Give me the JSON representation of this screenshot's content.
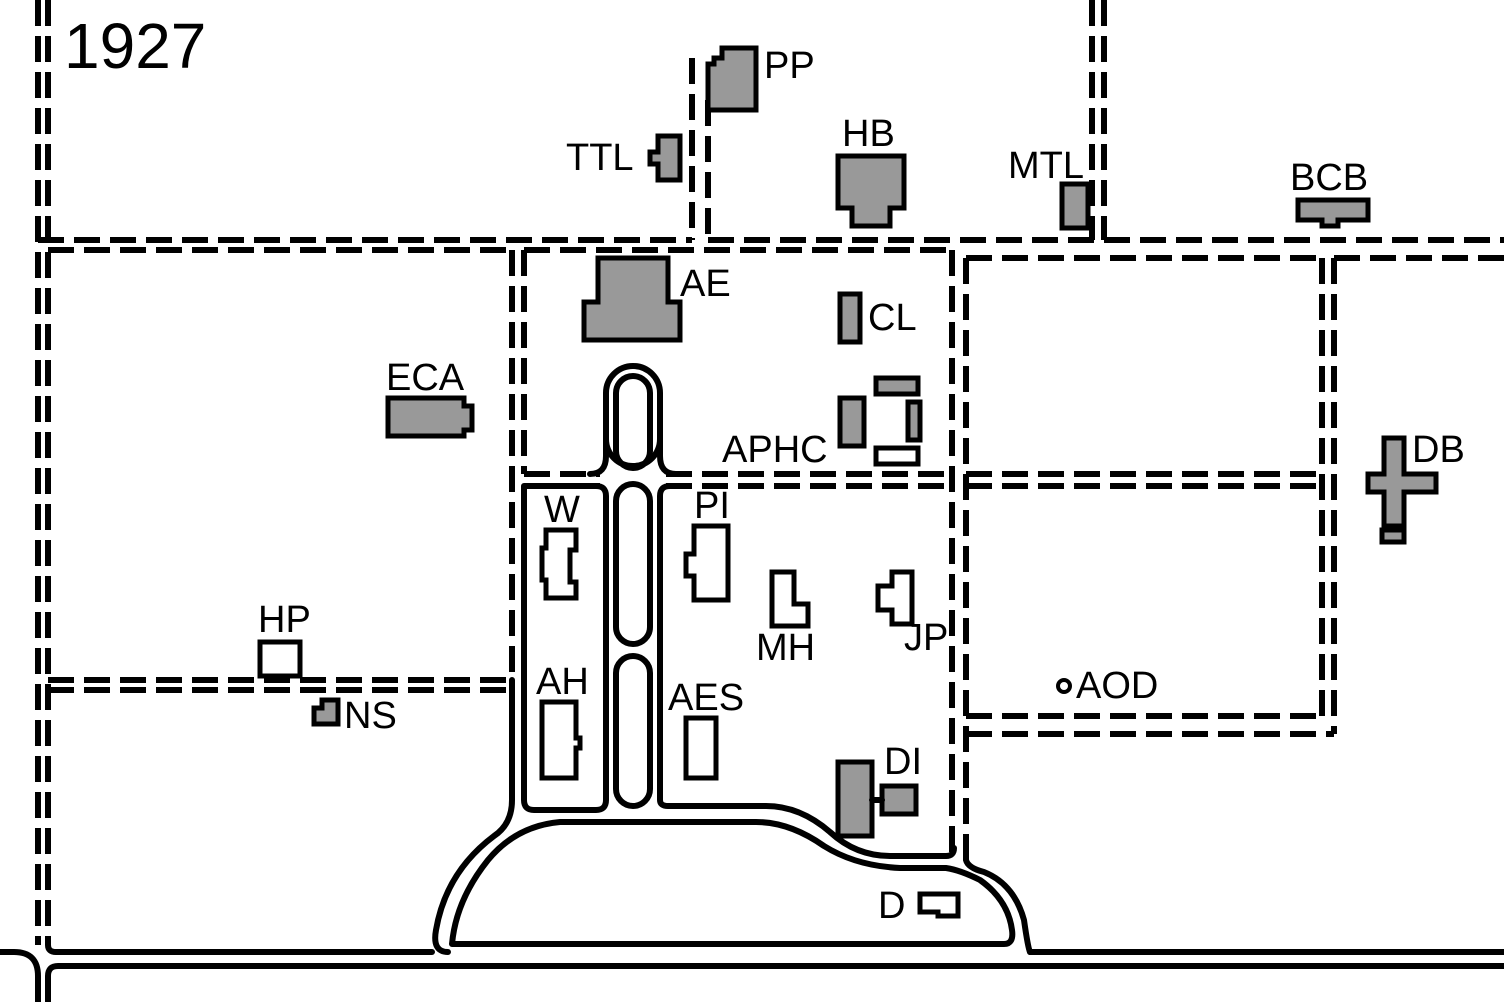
{
  "map": {
    "year": "1927",
    "labels": {
      "PP": "PP",
      "TTL": "TTL",
      "HB": "HB",
      "MTL": "MTL",
      "BCB": "BCB",
      "AE": "AE",
      "CL": "CL",
      "ECA": "ECA",
      "APHC": "APHC",
      "DB": "DB",
      "W": "W",
      "PI": "PI",
      "MH": "MH",
      "JP": "JP",
      "HP": "HP",
      "NS": "NS",
      "AH": "AH",
      "AES": "AES",
      "AOD": "AOD",
      "DI": "DI",
      "D": "D"
    },
    "colors": {
      "background": "#ffffff",
      "building_fill": "#999999",
      "line": "#000000"
    }
  }
}
